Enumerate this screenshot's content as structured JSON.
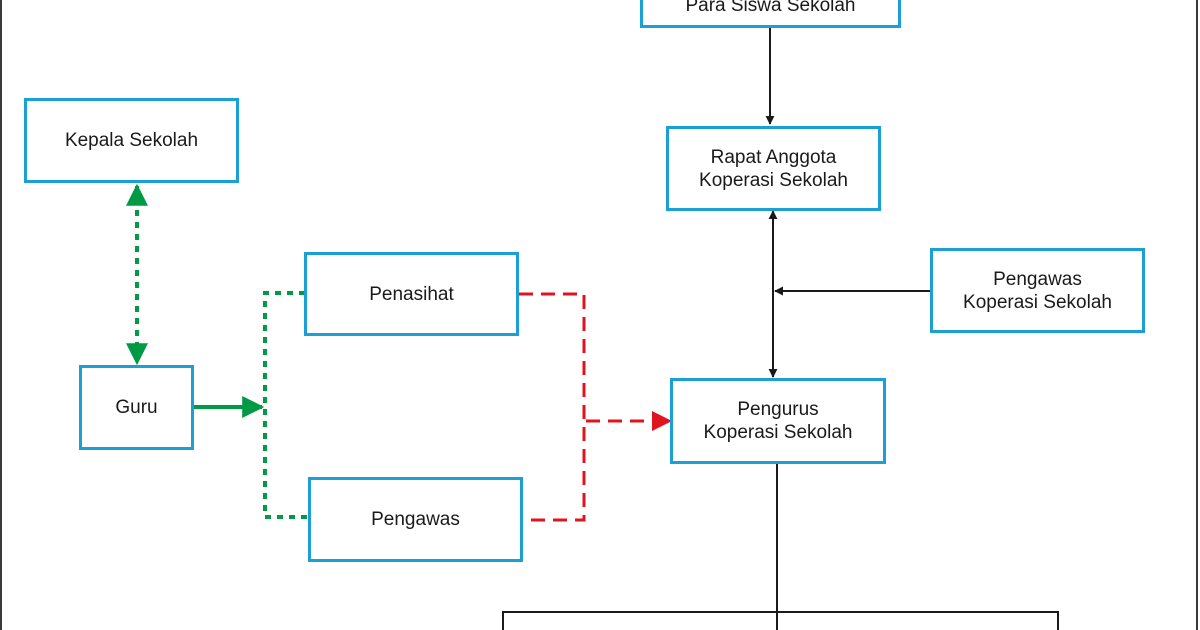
{
  "diagram": {
    "nodes": {
      "para_siswa": "Para Siswa Sekolah",
      "kepala_sekolah": "Kepala Sekolah",
      "rapat_anggota": {
        "line1": "Rapat Anggota",
        "line2": "Koperasi Sekolah"
      },
      "penasihat": "Penasihat",
      "pengawas_koperasi": {
        "line1": "Pengawas",
        "line2": "Koperasi Sekolah"
      },
      "guru": "Guru",
      "pengurus": {
        "line1": "Pengurus",
        "line2": "Koperasi Sekolah"
      },
      "pengawas": "Pengawas"
    },
    "colors": {
      "box_border": "#1ba0d6",
      "green_link": "#009a44",
      "red_link": "#e0141e",
      "black_link": "#1a1a1a"
    }
  }
}
